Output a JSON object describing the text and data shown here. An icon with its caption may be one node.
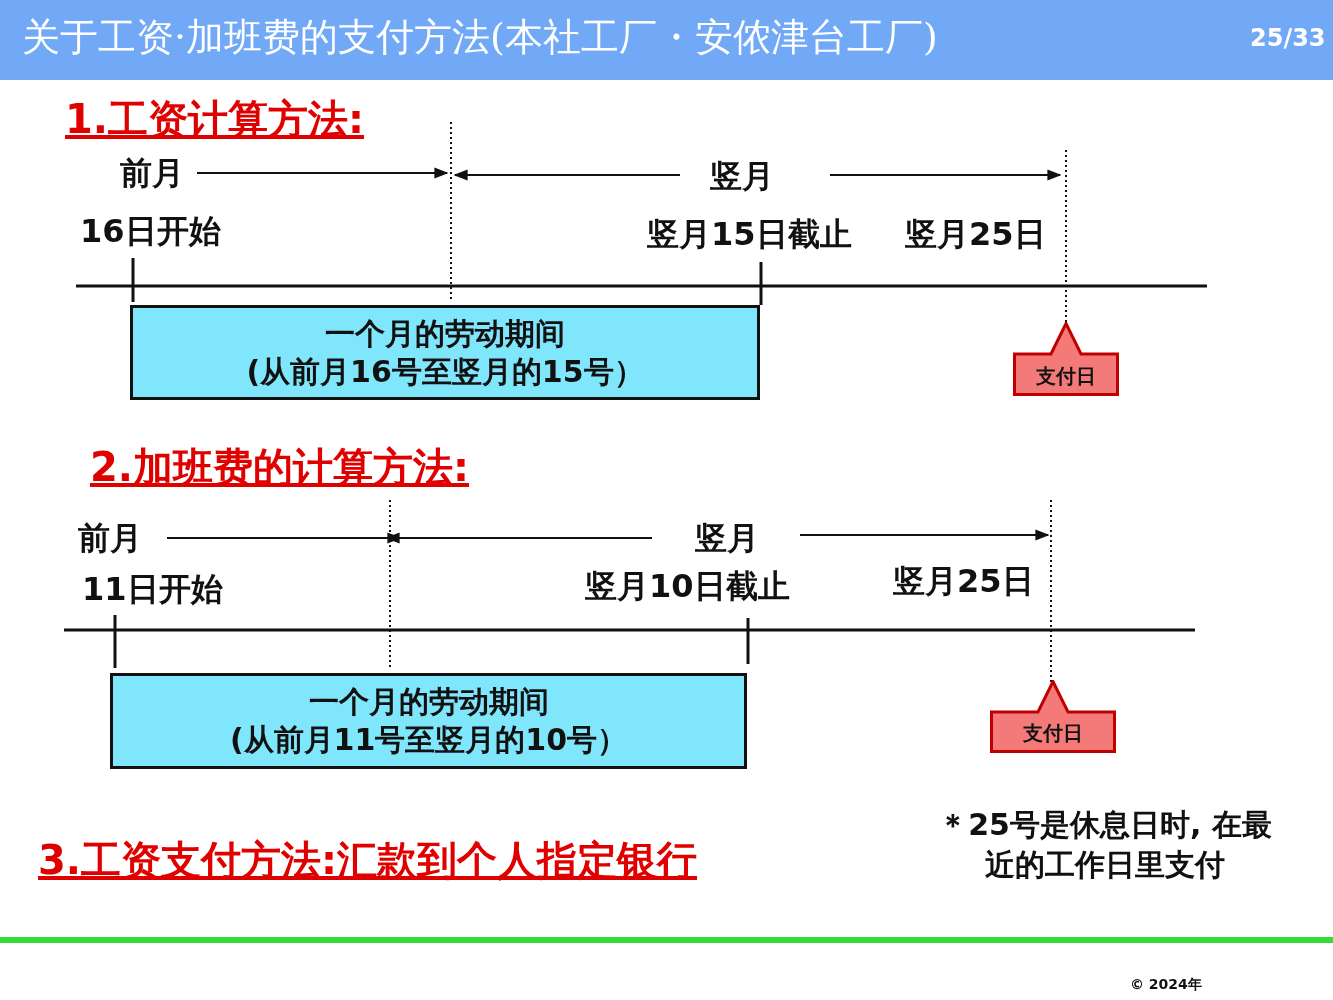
{
  "diagram": {
    "title": "关于工资·加班费的支付方法(本社工厂・安侬津台工厂)",
    "nodes": [
      {
        "text": [
          "一个月的劳动期间",
          "(从前月16号至竖月的15号）"
        ]
      },
      {
        "text": [
          "支付日"
        ]
      },
      {
        "text": [
          "一个月的劳动期间",
          "(从前月11号至竖月的10号）"
        ]
      },
      {
        "text": [
          "支付日"
        ]
      }
    ],
    "labels": [
      "25/33",
      "1.工资计算方法:",
      "前月",
      "竖月",
      "16日开始",
      "竖月15日截止",
      "竖月25日",
      "2.加班费的计算方法:",
      "前月",
      "竖月",
      "11日开始",
      "竖月10日截止",
      "竖月25日",
      "3.工资支付方法:汇款到个人指定银行",
      "＊25号是休息日时, 在最近的工作日里支付",
      "© 2024年"
    ]
  }
}
